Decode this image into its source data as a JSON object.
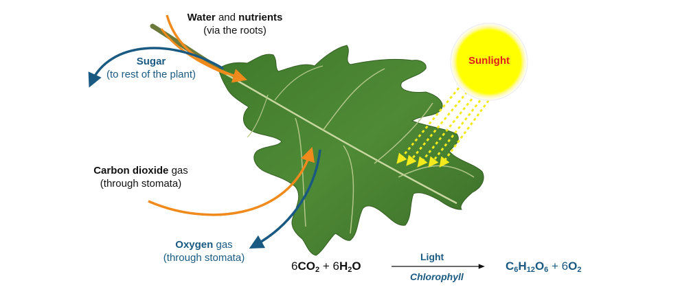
{
  "labels": {
    "water_bold": "Water",
    "water_rest": " and ",
    "nutrients_bold": "nutrients",
    "water_sub": "(via the roots)",
    "sugar_bold": "Sugar",
    "sugar_sub": "(to rest of the plant)",
    "co2_bold": "Carbon dioxide",
    "co2_rest": " gas",
    "co2_sub": "(through stomata)",
    "oxygen_bold": "Oxygen",
    "oxygen_rest": " gas",
    "oxygen_sub": "(through stomata)",
    "sunlight": "Sunlight"
  },
  "equation": {
    "r1_coef": "6",
    "r1_c": "CO",
    "r1_sub": "2",
    "plus1": " + ",
    "r2_coef": "6",
    "r2_h": "H",
    "r2_sub": "2",
    "r2_o": "O",
    "arrow_top": "Light",
    "arrow_bottom": "Chlorophyll",
    "p1_c": "C",
    "p1_sub1": "6",
    "p1_h": "H",
    "p1_sub2": "12",
    "p1_o": "O",
    "p1_sub3": "6",
    "plus2": " + 6",
    "p2_o": "O",
    "p2_sub": "2"
  },
  "colors": {
    "orange_arrow": "#f08a1c",
    "blue_arrow": "#1a5a82",
    "sun": "#ffff00",
    "sun_label": "#e0201a",
    "leaf": "#4a7d32",
    "ray": "#f2ea1c"
  }
}
